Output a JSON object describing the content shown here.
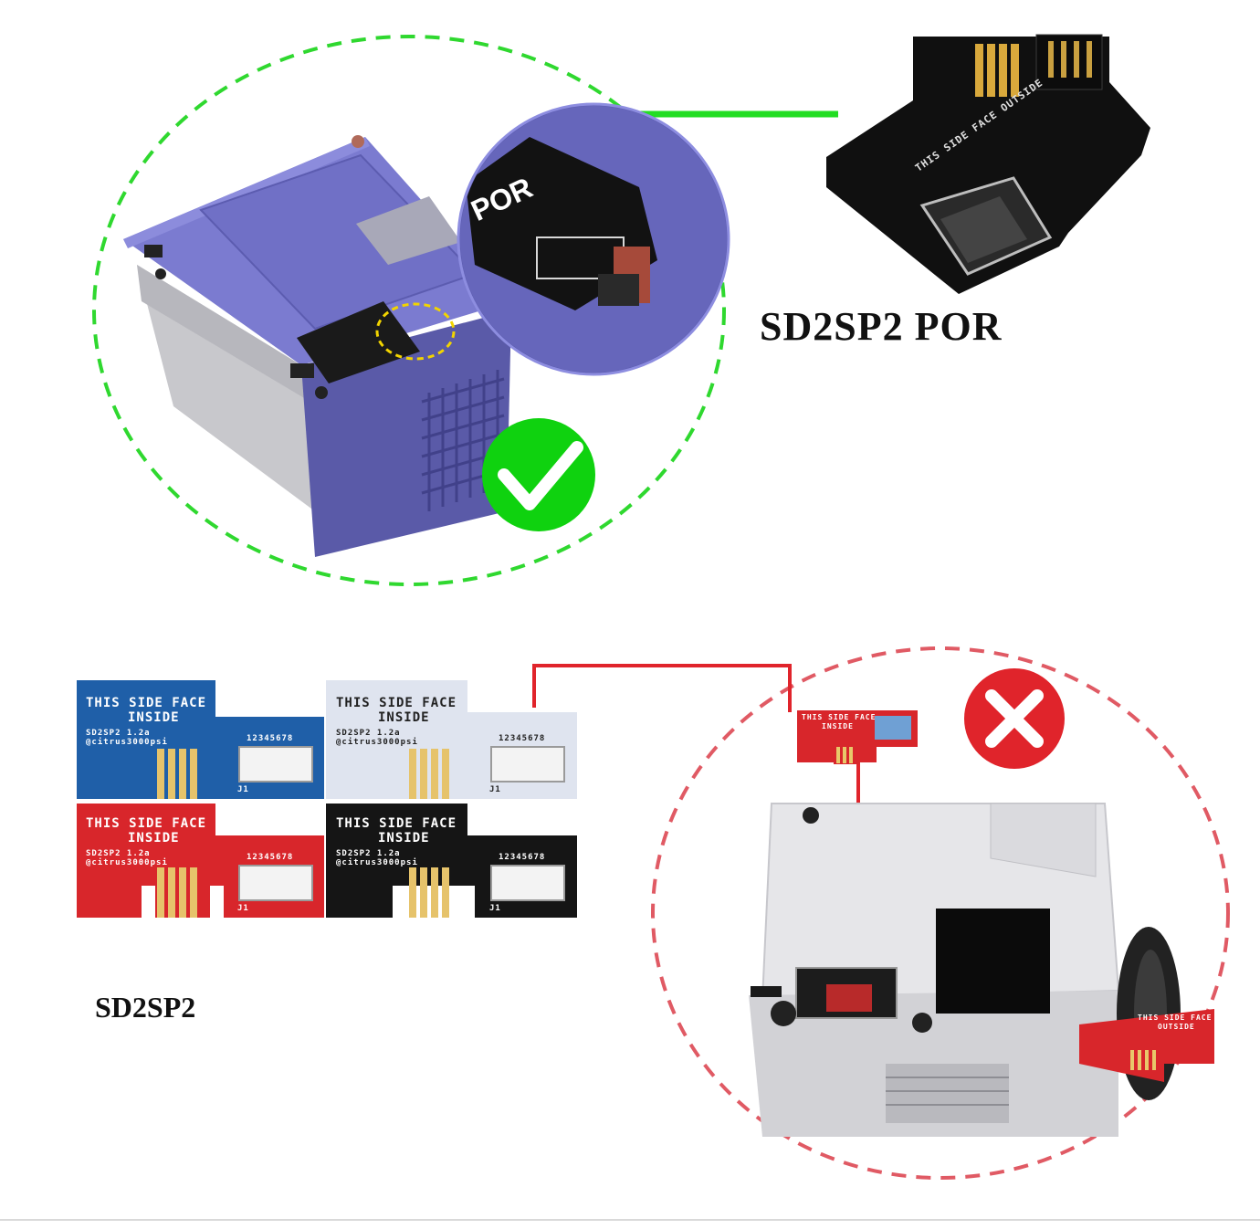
{
  "labels": {
    "por_title": "SD2SP2 POR",
    "sd2sp2_title": "SD2SP2"
  },
  "por_board": {
    "face_text": "THIS SIDE FACE OUTSIDE",
    "por_mark": "POR"
  },
  "sd2sp2_boards": [
    {
      "color": "#1f5fa8",
      "line1": "THIS SIDE FACE",
      "line2": "INSIDE",
      "version": "SD2SP2 1.2a",
      "author": "@citrus3000psi",
      "pins": "12345678",
      "j1": "J1"
    },
    {
      "color": "#dfe4ef",
      "line1": "THIS SIDE FACE",
      "line2": "INSIDE",
      "version": "SD2SP2 1.2a",
      "author": "@citrus3000psi",
      "pins": "12345678",
      "j1": "J1"
    },
    {
      "color": "#d8262b",
      "line1": "THIS SIDE FACE",
      "line2": "INSIDE",
      "version": "SD2SP2 1.2a",
      "author": "@citrus3000psi",
      "pins": "12345678",
      "j1": "J1"
    },
    {
      "color": "#151515",
      "line1": "THIS SIDE FACE",
      "line2": "INSIDE",
      "version": "SD2SP2 1.2a",
      "author": "@citrus3000psi",
      "pins": "12345678",
      "j1": "J1"
    }
  ],
  "mini_red_board": {
    "line1": "THIS SIDE FACE",
    "line2": "INSIDE"
  },
  "side_red_board": {
    "line1": "THIS SIDE FACE",
    "line2": "OUTSIDE"
  },
  "colors": {
    "accent_green": "#22dd22",
    "accent_red": "#e0242b",
    "dash_red": "#e05a64",
    "console_purple": "#6f6fc4",
    "console_silver": "#d9d9dc"
  },
  "icons": {
    "ok": "check-circle-icon",
    "bad": "cross-circle-icon"
  }
}
